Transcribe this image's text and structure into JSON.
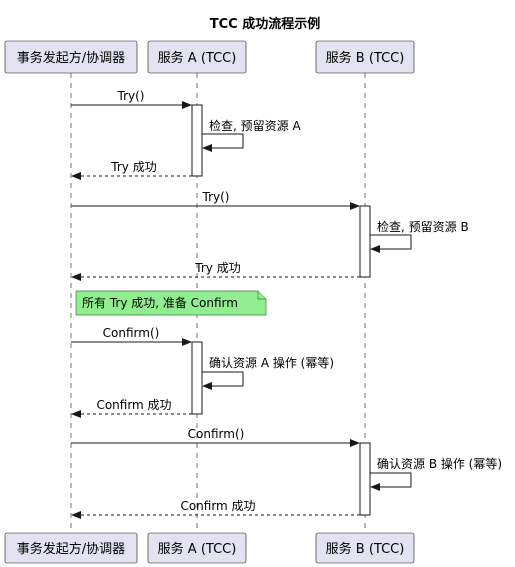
{
  "title": "TCC 成功流程示例",
  "participants": [
    {
      "id": "coord",
      "label": "事务发起方/协调器"
    },
    {
      "id": "svcA",
      "label": "服务 A (TCC)"
    },
    {
      "id": "svcB",
      "label": "服务 B (TCC)"
    }
  ],
  "colors": {
    "participant_fill": "#e2e2f0",
    "line": "#181818",
    "note_fill": "#90ee90",
    "background": "#ffffff"
  },
  "messages": [
    {
      "from": "coord",
      "to": "svcA",
      "label": "Try()",
      "style": "solid"
    },
    {
      "from": "svcA",
      "to": "svcA",
      "label": "检查, 预留资源 A",
      "style": "self"
    },
    {
      "from": "svcA",
      "to": "coord",
      "label": "Try 成功",
      "style": "dashed"
    },
    {
      "from": "coord",
      "to": "svcB",
      "label": "Try()",
      "style": "solid"
    },
    {
      "from": "svcB",
      "to": "svcB",
      "label": "检查, 预留资源 B",
      "style": "self"
    },
    {
      "from": "svcB",
      "to": "coord",
      "label": "Try 成功",
      "style": "dashed"
    },
    {
      "from": "coord",
      "to": "svcA",
      "label": "Confirm()",
      "style": "solid"
    },
    {
      "from": "svcA",
      "to": "svcA",
      "label": "确认资源 A 操作 (幂等)",
      "style": "self"
    },
    {
      "from": "svcA",
      "to": "coord",
      "label": "Confirm 成功",
      "style": "dashed"
    },
    {
      "from": "coord",
      "to": "svcB",
      "label": "Confirm()",
      "style": "solid"
    },
    {
      "from": "svcB",
      "to": "svcB",
      "label": "确认资源 B 操作 (幂等)",
      "style": "self"
    },
    {
      "from": "svcB",
      "to": "coord",
      "label": "Confirm 成功",
      "style": "dashed"
    }
  ],
  "note": {
    "label": "所有 Try 成功, 准备 Confirm"
  }
}
